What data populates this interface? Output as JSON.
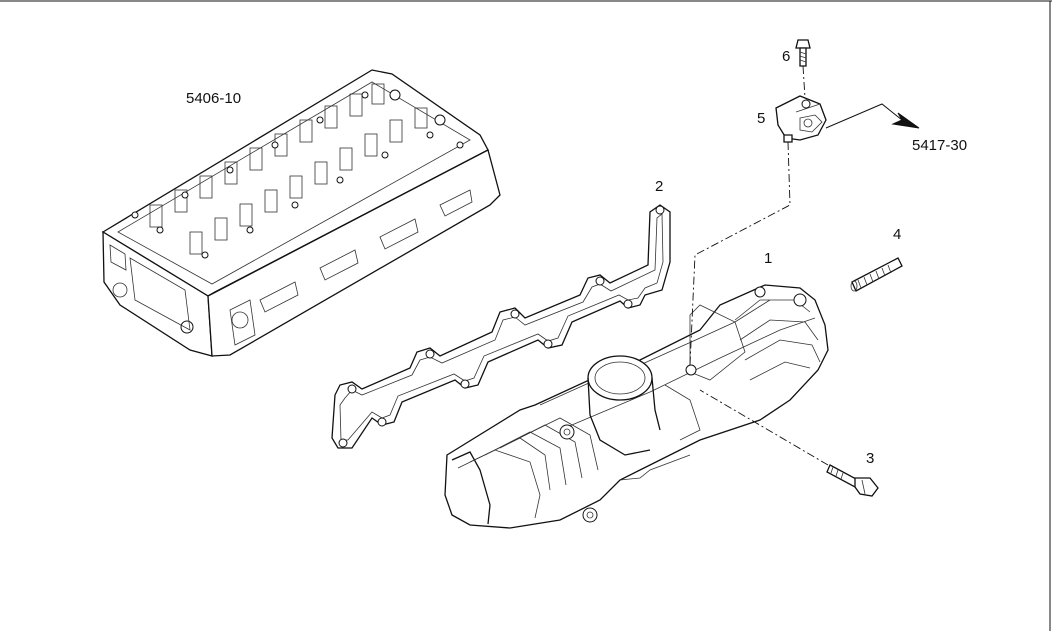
{
  "diagram": {
    "labels": {
      "cylinder_head_ref": "5406-10",
      "sensor_harness_ref": "5417-30",
      "part_1": "1",
      "part_2": "2",
      "part_3": "3",
      "part_4": "4",
      "part_5": "5",
      "part_6": "6"
    }
  }
}
